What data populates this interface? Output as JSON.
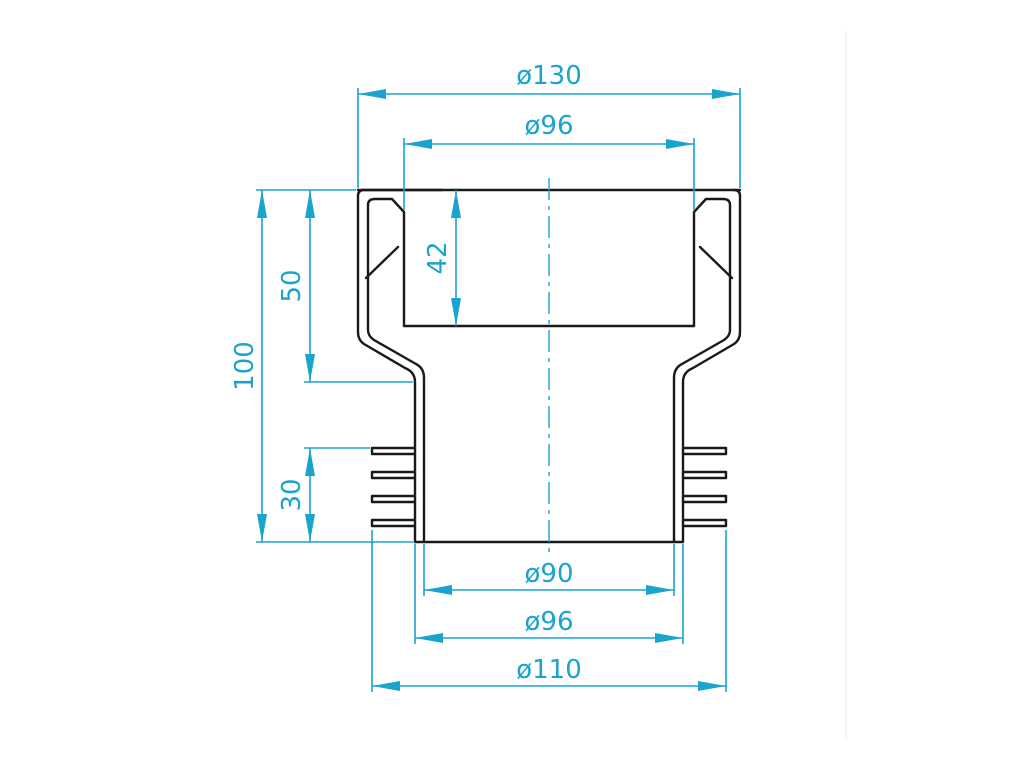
{
  "drawing": {
    "dimension_color": "#1aa3cc",
    "outline_color": "#1a1a1a",
    "horizontal_dimensions": {
      "top_outer": "ø130",
      "top_inner": "ø96",
      "bottom_inner": "ø90",
      "bottom_middle": "ø96",
      "bottom_outer": "ø110"
    },
    "vertical_dimensions": {
      "total_height": "100",
      "socket_height": "50",
      "socket_depth": "42",
      "fins_height": "30"
    }
  }
}
